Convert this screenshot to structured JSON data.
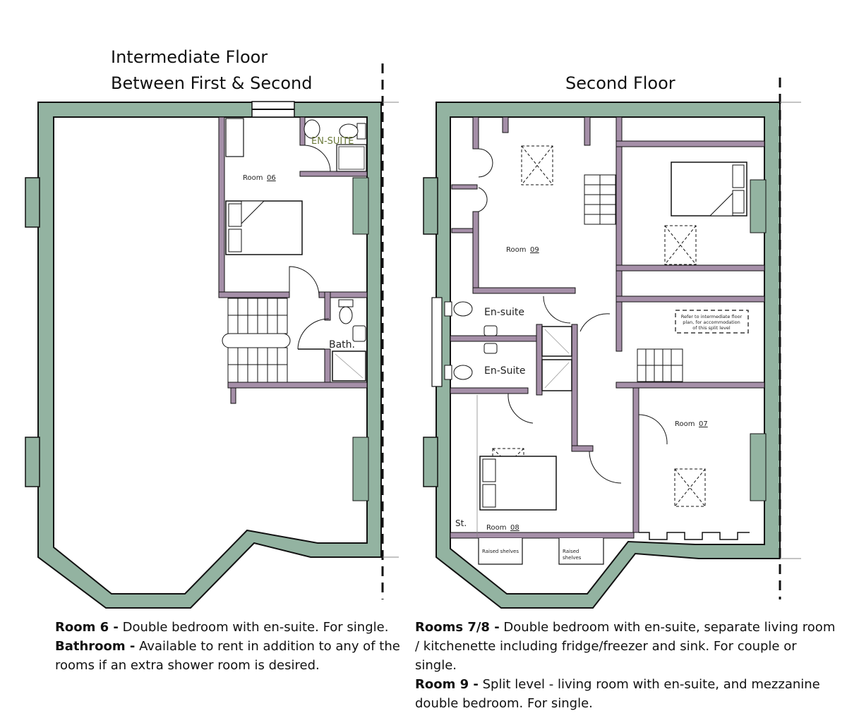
{
  "titles": {
    "intermediate_line1": "Intermediate Floor",
    "intermediate_line2": "Between First & Second",
    "second": "Second Floor"
  },
  "colors": {
    "outer_wall": "#93b3a1",
    "inner_wall": "#a58fa8",
    "line": "#111111",
    "en_suite_label": "#6b7a3a"
  },
  "intermediate_floor": {
    "labels": {
      "room06": "Room",
      "room06_num": "06",
      "en_suite": "EN-SUITE",
      "bath": "Bath."
    }
  },
  "second_floor": {
    "labels": {
      "room09": "Room",
      "room09_num": "09",
      "room07": "Room",
      "room07_num": "07",
      "room08": "Room",
      "room08_num": "08",
      "en_suite_upper": "En-suite",
      "en_suite_lower": "En-Suite",
      "storage": "St.",
      "note_line1": "Refer to intermediate floor",
      "note_line2": "plan, for accommodation",
      "note_line3": "of this split level",
      "shelves_left": "Raised shelves",
      "shelves_right_1": "Raised",
      "shelves_right_2": "shelves"
    }
  },
  "captions": {
    "left": [
      {
        "bold": "Room 6 -",
        "text": " Double bedroom with en-suite. For single."
      },
      {
        "bold": "Bathroom -",
        "text": " Available to rent in addition to any of the rooms if an extra shower room is desired."
      }
    ],
    "right": [
      {
        "bold": "Rooms 7/8 -",
        "text": " Double bedroom with en-suite, separate living room / kitchenette including fridge/freezer and sink. For couple or single."
      },
      {
        "bold": "Room 9 -",
        "text": " Split level - living room with en-suite, and mezzanine double bedroom. For single."
      }
    ]
  }
}
